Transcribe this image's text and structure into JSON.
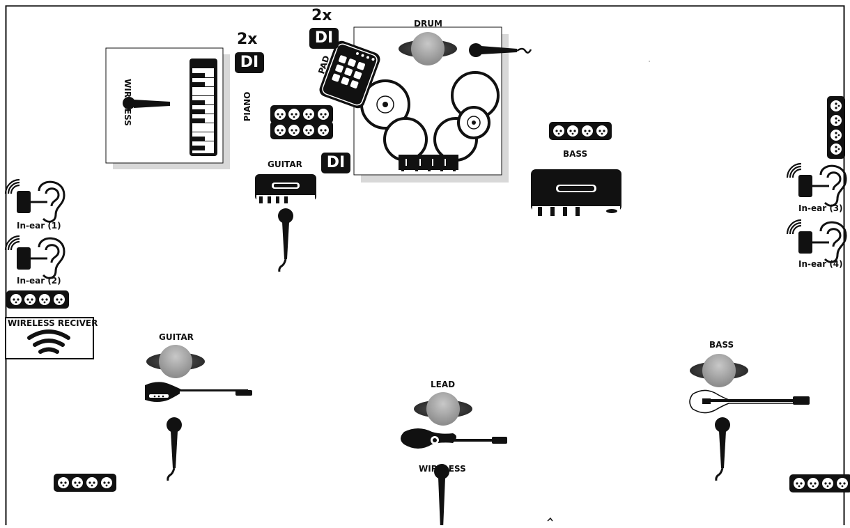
{
  "labels": {
    "drum": "DRUM",
    "piano": "PIANO",
    "pad": "PAD",
    "wireless_piano": "WIRELESS",
    "guitar_amp": "GUITAR",
    "bass_amp": "BASS",
    "guitar_player": "GUITAR",
    "bass_player": "BASS",
    "lead": "LEAD",
    "wireless_lead": "WIRELESS",
    "wireless_receiver": "WIRELESS RECIVER",
    "inear_1": "In-ear (1)",
    "inear_2": "In-ear (2)",
    "inear_3": "In-ear (3)",
    "inear_4": "In-ear (4)"
  },
  "di_boxes": {
    "piano_count": "2x",
    "piano_di": "DI",
    "pad_count": "2x",
    "pad_di": "DI",
    "guitar_di": "DI"
  },
  "colors": {
    "ink": "#111111",
    "paper": "#ffffff",
    "shadow": "#d8d8d8",
    "head_gradient": "#9a9a9a"
  }
}
